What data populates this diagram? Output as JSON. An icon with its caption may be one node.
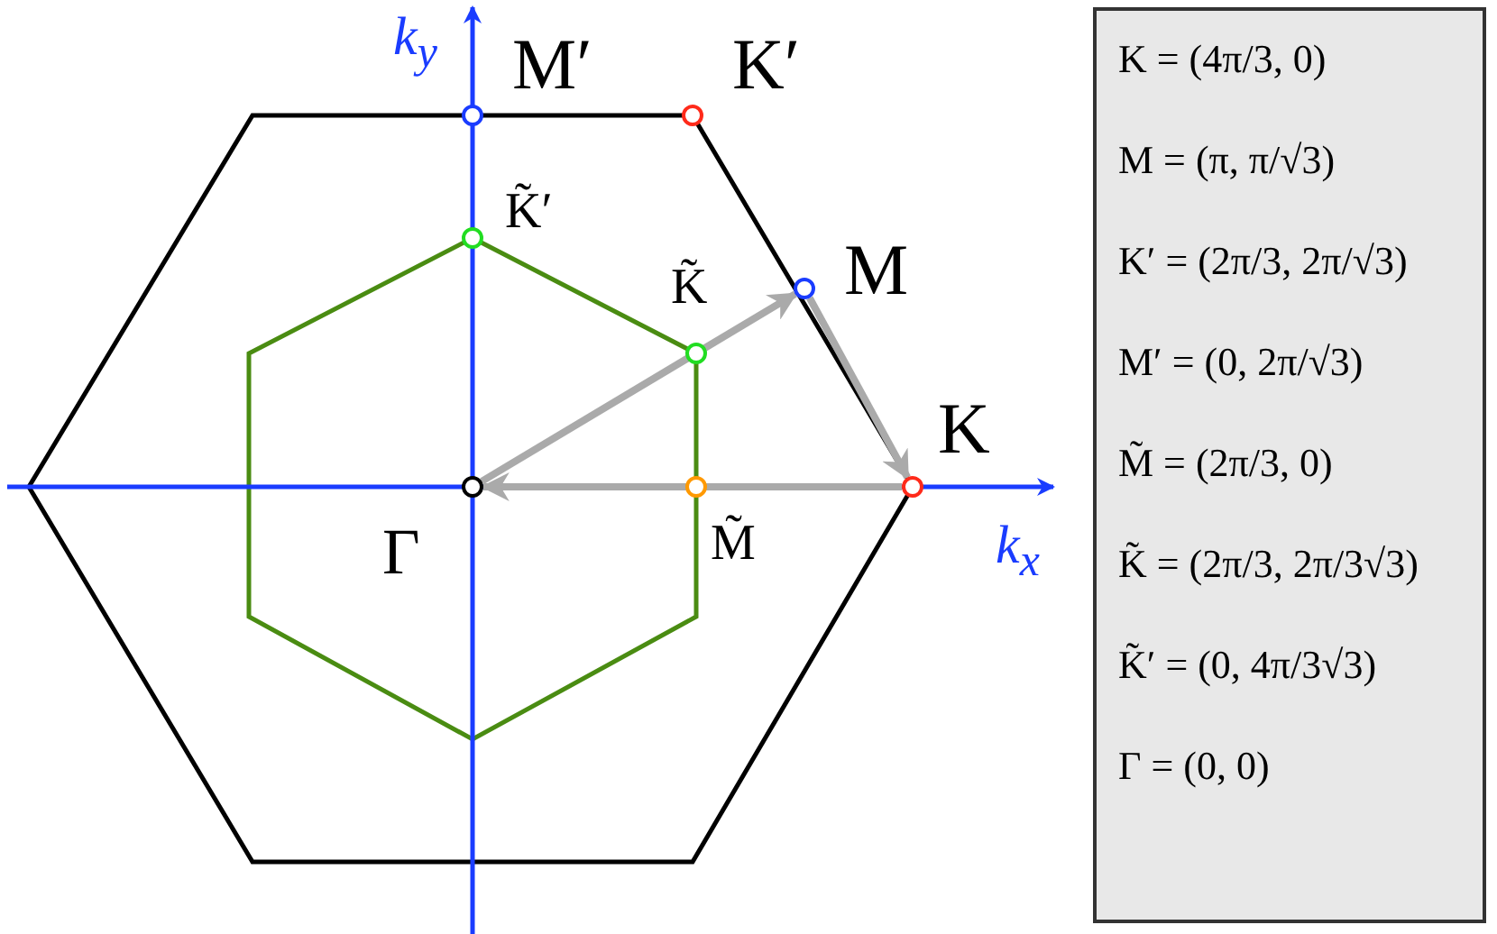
{
  "diagram": {
    "nodes": [
      {
        "text": [],
        "shape": "circle",
        "beside": [
          "Γ"
        ]
      },
      {
        "text": [],
        "shape": "circle",
        "beside": [
          "M"
        ]
      },
      {
        "text": [],
        "shape": "circle",
        "beside": [
          "K"
        ]
      },
      {
        "text": [],
        "shape": "circle",
        "beside": [
          "K′"
        ]
      },
      {
        "text": [],
        "shape": "circle",
        "beside": [
          "M′"
        ]
      },
      {
        "text": [],
        "shape": "circle",
        "beside": [
          "K̃′"
        ]
      },
      {
        "text": [],
        "shape": "circle",
        "beside": [
          "K̃"
        ]
      },
      {
        "text": [],
        "shape": "circle",
        "beside": [
          "M̃"
        ]
      }
    ],
    "edges": [
      {
        "from": 0,
        "to": 1,
        "arrow": "to"
      },
      {
        "from": 1,
        "to": 2,
        "arrow": "to"
      },
      {
        "from": 2,
        "to": 0,
        "arrow": "to"
      }
    ],
    "labels": [
      "k$_{y}$",
      "k$_{x}$",
      "K = (4π/3, 0)",
      "M = (π, π/√3)",
      "K′ = (2π/3, 2π/√3)",
      "M′ = (0, 2π/√3)",
      "M̃ = (2π/3, 0)",
      "K̃ = (2π/3, 2π/3√3)",
      "K̃′ = (0, 4π/3√3)",
      "Γ = (0, 0)"
    ]
  }
}
